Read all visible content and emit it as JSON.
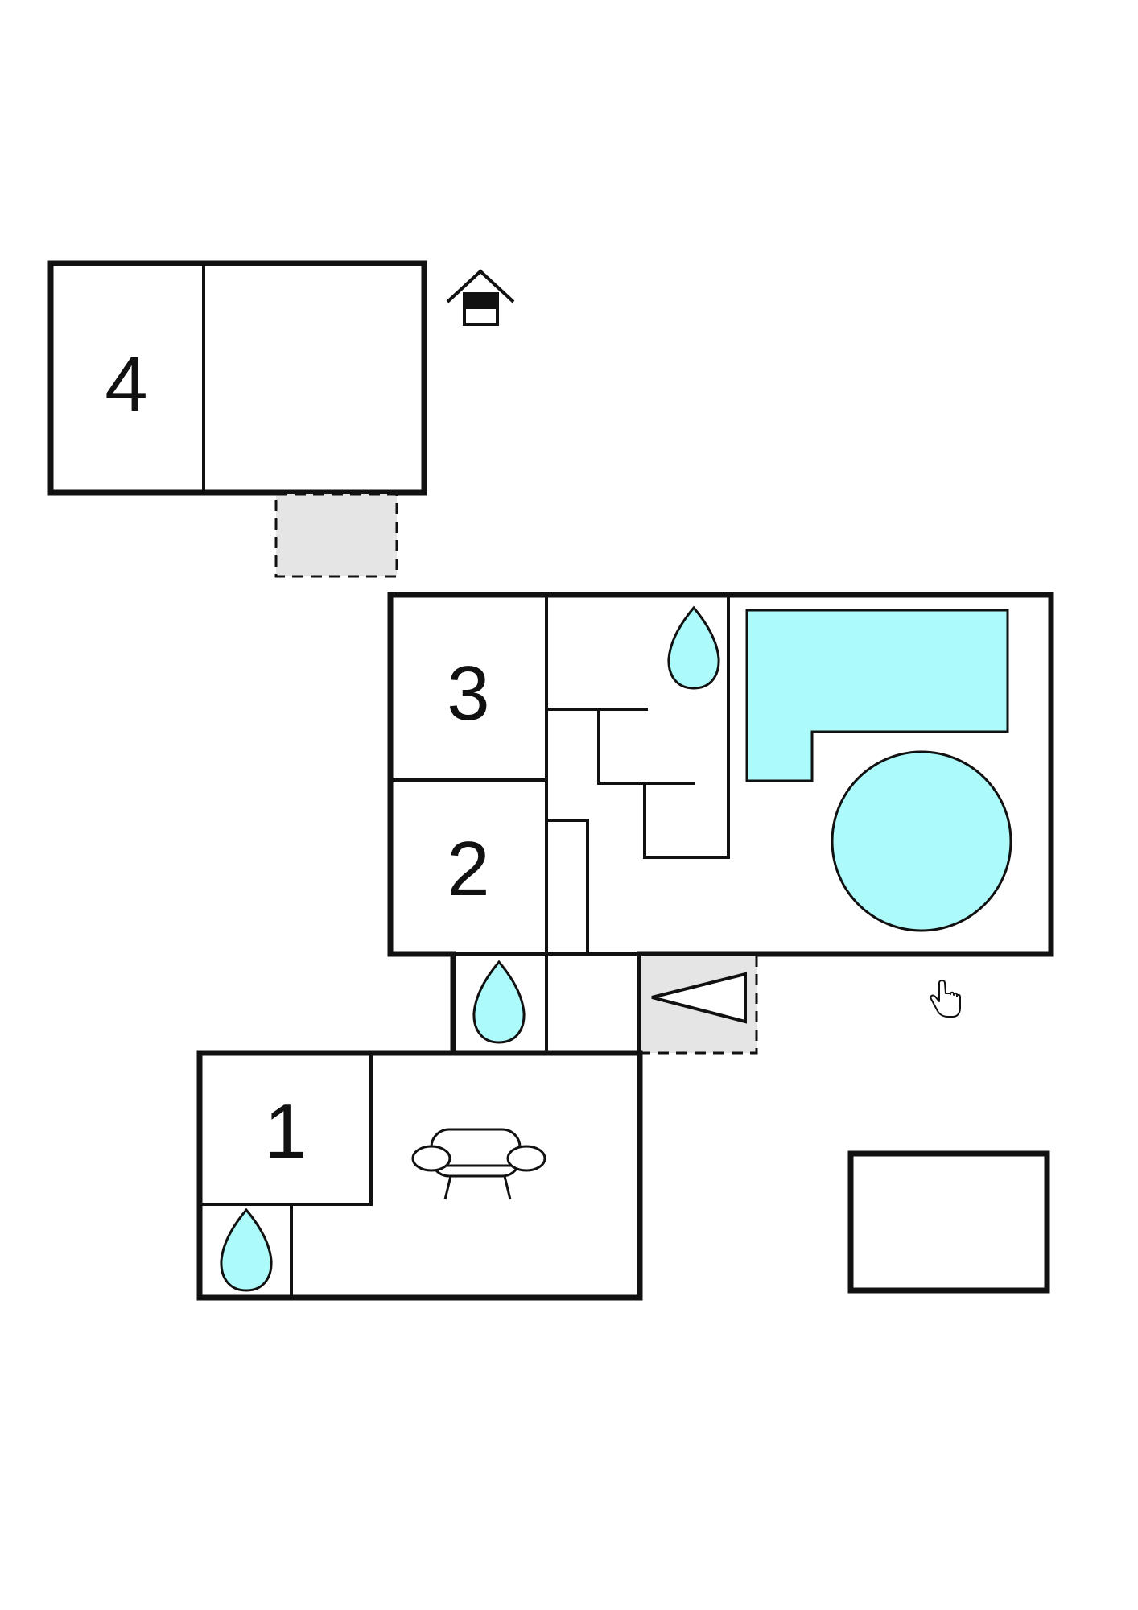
{
  "colors": {
    "wall": "#111111",
    "water": "#adfafa",
    "paved": "#e5e5e5",
    "background": "#ffffff"
  },
  "rooms": [
    {
      "number": "4"
    },
    {
      "number": "3"
    },
    {
      "number": "2"
    },
    {
      "number": "1"
    }
  ],
  "icons": [
    "garage-icon",
    "bathroom-icon",
    "shower-icon",
    "sofa-icon",
    "entrance-arrow-icon",
    "pool-icon",
    "jacuzzi-icon",
    "pointer-cursor-icon"
  ]
}
